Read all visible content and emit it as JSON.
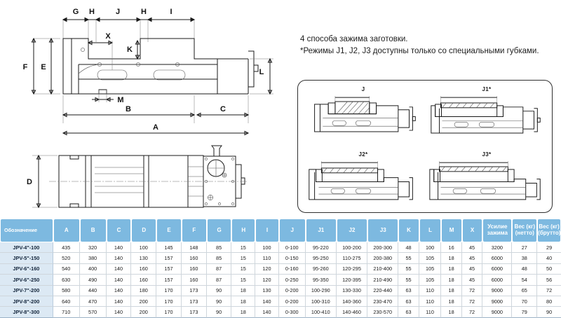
{
  "notes": {
    "text": "4 способа зажима заготовки.\n*Режимы J1, J2, J3 доступны только со специальными губками."
  },
  "modes": {
    "labels": [
      "J",
      "J1*",
      "J2*",
      "J3*"
    ]
  },
  "drawing": {
    "top_dims": [
      "G",
      "H",
      "J",
      "H",
      "I"
    ],
    "side_dims": [
      "F",
      "E",
      "L",
      "D"
    ],
    "inner_dims": [
      "X",
      "K",
      "M"
    ],
    "bottom_dims": [
      "B",
      "C",
      "A"
    ]
  },
  "colors": {
    "header_bg": "#7db9e0",
    "rowhead_bg": "#dce9f4",
    "grid": "#cfd6dc",
    "ink": "#1a1a1a"
  },
  "table": {
    "columns": [
      "Обозначение",
      "A",
      "B",
      "C",
      "D",
      "E",
      "F",
      "G",
      "H",
      "I",
      "J",
      "J1",
      "J2",
      "J3",
      "K",
      "L",
      "M",
      "X",
      "Усилие зажима",
      "Вес (кг) (нетто)",
      "Вес (кг) (брутто)"
    ],
    "rows": [
      [
        "JPV-4\"-100",
        "435",
        "320",
        "140",
        "100",
        "145",
        "148",
        "85",
        "15",
        "100",
        "0-100",
        "95-220",
        "100-200",
        "200-300",
        "48",
        "100",
        "16",
        "45",
        "3200",
        "27",
        "29"
      ],
      [
        "JPV-5\"-150",
        "520",
        "380",
        "140",
        "130",
        "157",
        "160",
        "85",
        "15",
        "110",
        "0-150",
        "95-250",
        "110-275",
        "200-380",
        "55",
        "105",
        "18",
        "45",
        "6000",
        "38",
        "40"
      ],
      [
        "JPV-6\"-160",
        "540",
        "400",
        "140",
        "160",
        "157",
        "160",
        "87",
        "15",
        "120",
        "0-160",
        "95-260",
        "120-295",
        "210-400",
        "55",
        "105",
        "18",
        "45",
        "6000",
        "48",
        "50"
      ],
      [
        "JPV-6\"-250",
        "630",
        "490",
        "140",
        "160",
        "157",
        "160",
        "87",
        "15",
        "120",
        "0-250",
        "95-350",
        "120-395",
        "210-490",
        "55",
        "105",
        "18",
        "45",
        "6000",
        "54",
        "56"
      ],
      [
        "JPV-7\"-200",
        "580",
        "440",
        "140",
        "180",
        "170",
        "173",
        "90",
        "18",
        "130",
        "0-200",
        "100-290",
        "130-330",
        "220-440",
        "63",
        "110",
        "18",
        "72",
        "9000",
        "65",
        "72"
      ],
      [
        "JPV-8\"-200",
        "640",
        "470",
        "140",
        "200",
        "170",
        "173",
        "90",
        "18",
        "140",
        "0-200",
        "100-310",
        "140-360",
        "230-470",
        "63",
        "110",
        "18",
        "72",
        "9000",
        "70",
        "80"
      ],
      [
        "JPV-8\"-300",
        "710",
        "570",
        "140",
        "200",
        "170",
        "173",
        "90",
        "18",
        "140",
        "0-300",
        "100-410",
        "140-460",
        "230-570",
        "63",
        "110",
        "18",
        "72",
        "9000",
        "79",
        "90"
      ]
    ]
  }
}
